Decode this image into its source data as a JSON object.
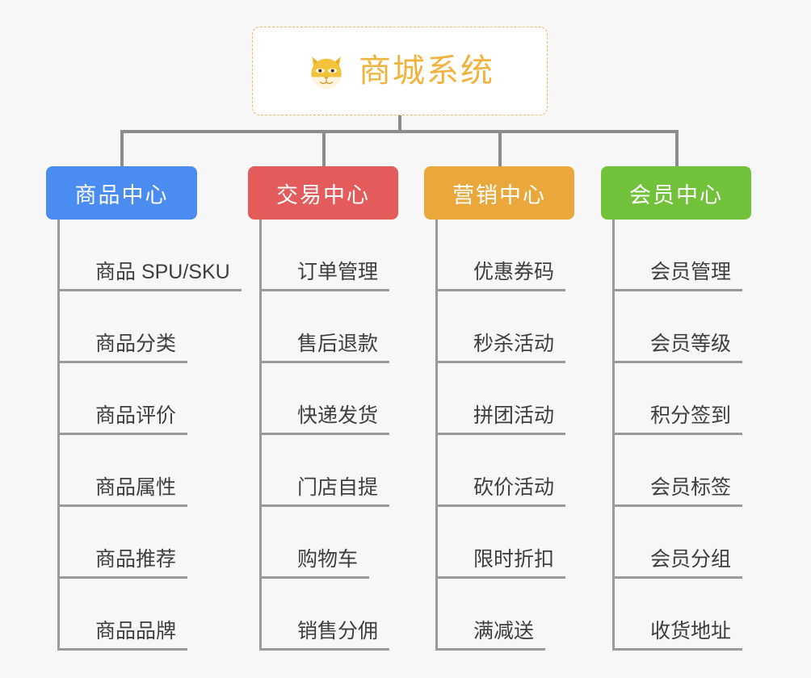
{
  "page": {
    "background_color": "#f7f7f7",
    "title": "商城系统"
  },
  "root": {
    "icon": "shiba-dog-face-emoji",
    "label": "商城系统",
    "text_color": "#f0b33d",
    "border_color": "#edb764",
    "background_color": "#ffffff"
  },
  "connector": {
    "color": "#8c8c8c"
  },
  "columns": [
    {
      "id": "product-center",
      "label": "商品中心",
      "color": "#4a8cf0",
      "color_class": "cat-blue",
      "items": [
        {
          "label": "商品 SPU/SKU"
        },
        {
          "label": "商品分类"
        },
        {
          "label": "商品评价"
        },
        {
          "label": "商品属性"
        },
        {
          "label": "商品推荐"
        },
        {
          "label": "商品品牌"
        }
      ]
    },
    {
      "id": "trade-center",
      "label": "交易中心",
      "color": "#e35b5b",
      "color_class": "cat-red",
      "items": [
        {
          "label": "订单管理"
        },
        {
          "label": "售后退款"
        },
        {
          "label": "快递发货"
        },
        {
          "label": "门店自提"
        },
        {
          "label": "购物车"
        },
        {
          "label": "销售分佣"
        }
      ]
    },
    {
      "id": "marketing-center",
      "label": "营销中心",
      "color": "#eaa83c",
      "color_class": "cat-orange",
      "items": [
        {
          "label": "优惠券码"
        },
        {
          "label": "秒杀活动"
        },
        {
          "label": "拼团活动"
        },
        {
          "label": "砍价活动"
        },
        {
          "label": "限时折扣"
        },
        {
          "label": "满减送"
        }
      ]
    },
    {
      "id": "member-center",
      "label": "会员中心",
      "color": "#72c13b",
      "color_class": "cat-green",
      "items": [
        {
          "label": "会员管理"
        },
        {
          "label": "会员等级"
        },
        {
          "label": "积分签到"
        },
        {
          "label": "会员标签"
        },
        {
          "label": "会员分组"
        },
        {
          "label": "收货地址"
        }
      ]
    }
  ]
}
